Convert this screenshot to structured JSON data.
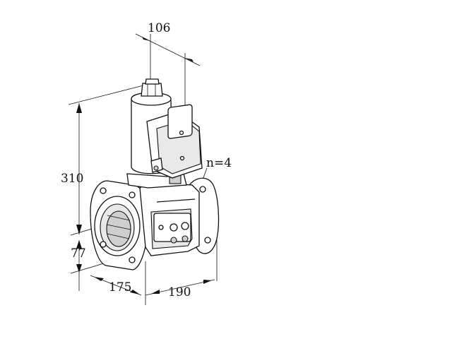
{
  "dimensions": {
    "top_width": "106",
    "height_total": "310",
    "height_axis": "77",
    "depth": "175",
    "length": "190",
    "bolt_holes": "n=4"
  }
}
